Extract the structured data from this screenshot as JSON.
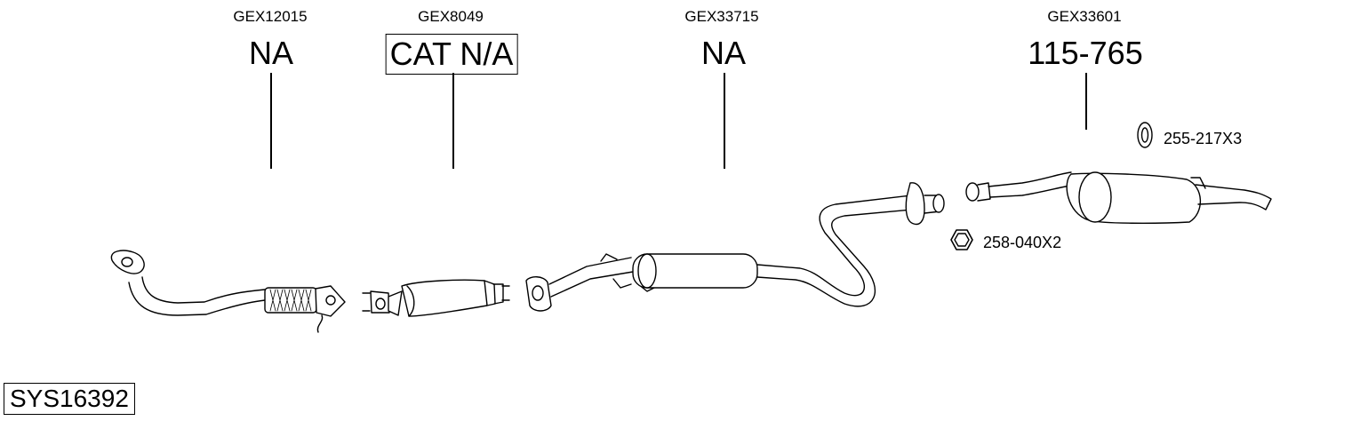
{
  "parts": [
    {
      "code": "GEX12015",
      "label": "NA",
      "boxed": false
    },
    {
      "code": "GEX8049",
      "label": "CAT N/A",
      "boxed": true
    },
    {
      "code": "GEX33715",
      "label": "NA",
      "boxed": false
    },
    {
      "code": "GEX33601",
      "label": "115-765",
      "boxed": false
    }
  ],
  "accessories": [
    {
      "label": "255-217X3",
      "icon": "rubber-hanger-icon"
    },
    {
      "label": "258-040X2",
      "icon": "hex-nut-icon"
    }
  ],
  "system_code": "SYS16392"
}
